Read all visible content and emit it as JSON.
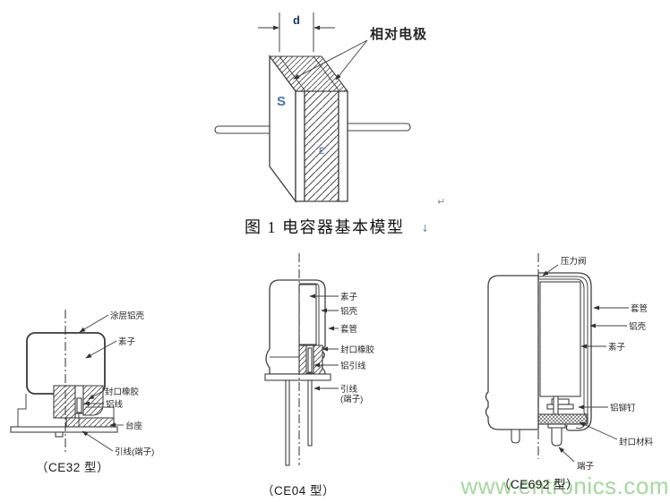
{
  "figure1": {
    "dim_label": "d",
    "electrode_label": "相对电极",
    "area_label": "S",
    "dielectric_label": "ε",
    "caption": "图 1 电容器基本模型",
    "caption_mark": "↓",
    "return_mark": "↵"
  },
  "ce32": {
    "caption": "（CE32 型）",
    "labels": {
      "coated_shell": "涂层铝壳",
      "element": "素子",
      "seal_rubber": "封口橡胶",
      "aluminum_wire": "铝线",
      "pedestal": "台座",
      "lead_terminal": "引线(端子)"
    }
  },
  "ce04": {
    "caption": "（CE04 型）",
    "labels": {
      "element": "素子",
      "aluminum_case": "铝壳",
      "sleeve": "套管",
      "seal_rubber": "封口橡胶",
      "aluminum_lead": "铝引线",
      "lead": "引线",
      "terminal": "(端子)"
    }
  },
  "ce692": {
    "caption": "（CE692 型）",
    "labels": {
      "pressure_valve": "压力阀",
      "sleeve": "套管",
      "aluminum_case": "铝壳",
      "element": "素子",
      "aluminum_rivet": "铝铆钉",
      "seal_material": "封口材料",
      "terminal": "端子"
    }
  },
  "watermark": {
    "text": "www.entronics.com",
    "color": "#a6d7a1"
  },
  "colors": {
    "background": "#ffffff",
    "line": "#404040",
    "label_text": "#262626",
    "dim_text": "#17365d",
    "symbol_text": "#4a72a8",
    "watermark_green": "#a6d7a1"
  }
}
